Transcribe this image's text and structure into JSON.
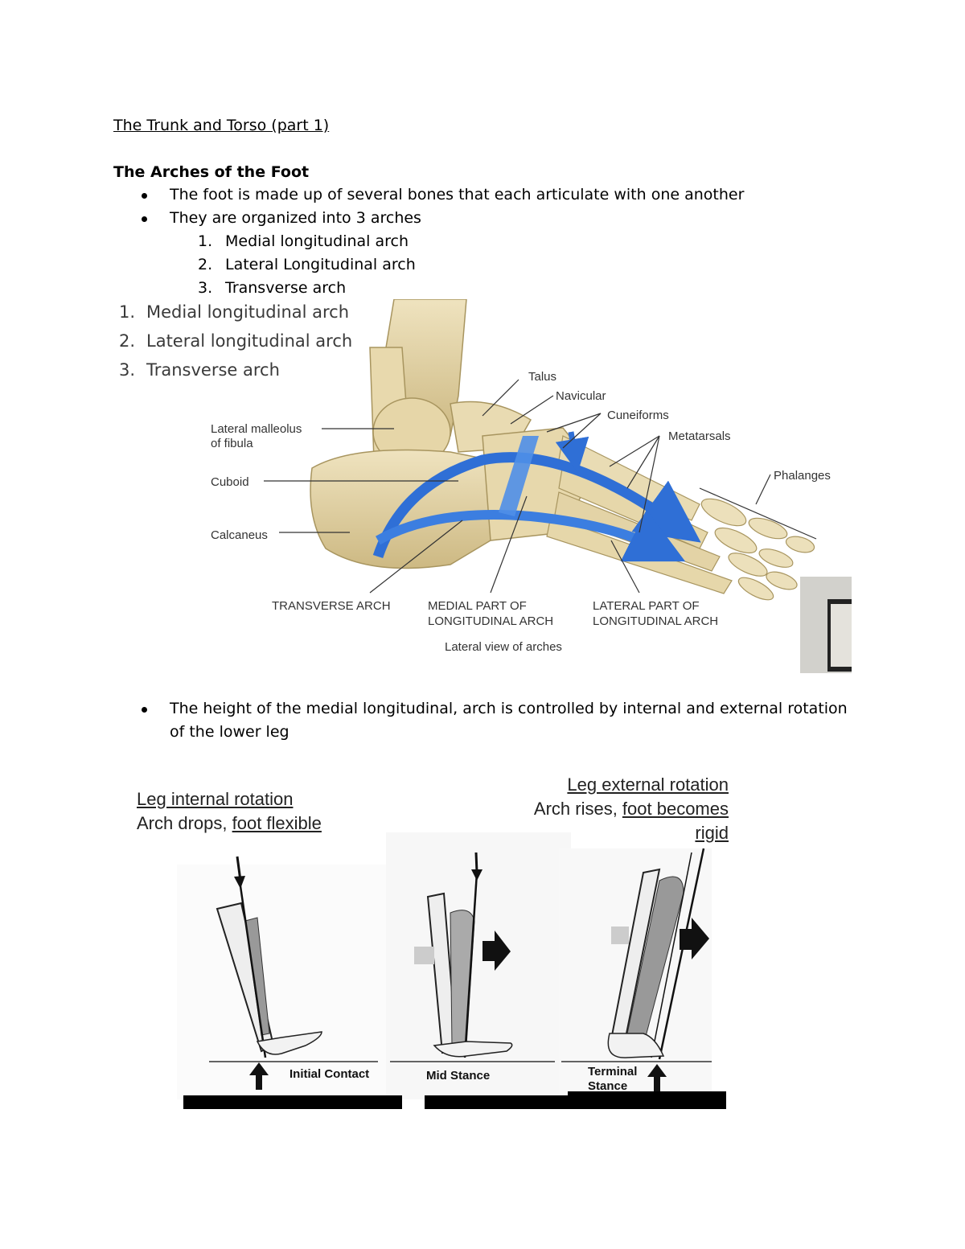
{
  "page_title": "The Trunk and Torso (part 1)",
  "section": {
    "heading": "The Arches of the Foot",
    "bullets": [
      "The foot is made up of several bones that each articulate with one another",
      "They are organized into 3 arches"
    ],
    "arches": [
      {
        "num": "1.",
        "text": "Medial longitudinal arch"
      },
      {
        "num": "2.",
        "text": "Lateral Longitudinal arch"
      },
      {
        "num": "3.",
        "text": "Transverse arch"
      }
    ]
  },
  "foot_figure": {
    "list": [
      {
        "num": "1.",
        "text": "Medial longitudinal arch"
      },
      {
        "num": "2.",
        "text": "Lateral longitudinal arch"
      },
      {
        "num": "3.",
        "text": "Transverse arch"
      }
    ],
    "labels": {
      "talus": "Talus",
      "navicular": "Navicular",
      "cuneiforms": "Cuneiforms",
      "metatarsals": "Metatarsals",
      "phalanges": "Phalanges",
      "lateral_malleolus_1": "Lateral malleolus",
      "lateral_malleolus_2": "of fibula",
      "cuboid": "Cuboid",
      "calcaneus": "Calcaneus",
      "transverse_arch": "TRANSVERSE ARCH",
      "medial_part_1": "MEDIAL PART OF",
      "medial_part_2": "LONGITUDINAL ARCH",
      "lateral_part_1": "LATERAL PART OF",
      "lateral_part_2": "LONGITUDINAL ARCH"
    },
    "caption": "Lateral view of arches",
    "colors": {
      "bone": "#e3d3a6",
      "arch": "#2f6fd6"
    }
  },
  "bullet_height": {
    "line1": "The height of the medial longitudinal, arch is controlled by internal and external rotation",
    "line2": "of the lower leg"
  },
  "gait_figure": {
    "internal": {
      "title": "Leg internal rotation",
      "line2_plain": "Arch drops, ",
      "line2_underlined": "foot flexible"
    },
    "external": {
      "title": "Leg external rotation",
      "line2_plain": "Arch rises, ",
      "line2_underlined": "foot becomes",
      "line3_underlined": "rigid"
    },
    "phases": {
      "initial": "Initial Contact",
      "mid": "Mid Stance",
      "terminal_1": "Terminal",
      "terminal_2": "Stance"
    }
  }
}
